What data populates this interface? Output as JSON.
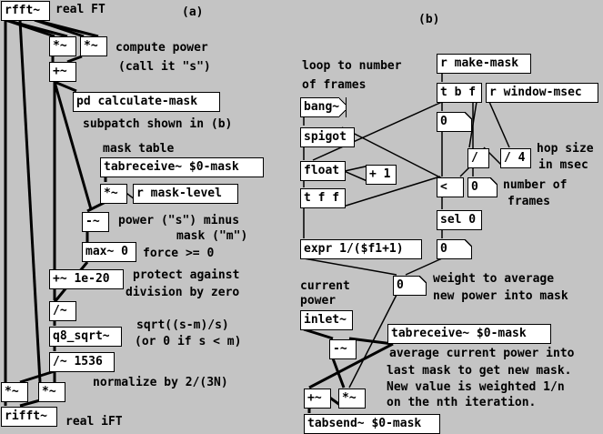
{
  "panel_a": {
    "label": "(a)",
    "objects": {
      "rfft": "rfft~",
      "mul1": "*~",
      "mul2": "*~",
      "add1": "+~",
      "calc_mask": "pd calculate-mask",
      "tabreceive_mask": "tabreceive~ $0-mask",
      "mul_mask": "*~",
      "r_mask_level": "r mask-level",
      "sub": "-~",
      "max": "max~ 0",
      "add_eps": "+~ 1e-20",
      "div1": "/~",
      "sqrt": "q8_sqrt~",
      "div_norm": "/~ 1536",
      "mul3": "*~",
      "mul4": "*~",
      "rifft": "rifft~"
    },
    "comments": {
      "real_ft": "real FT",
      "compute_power_1": "compute power",
      "compute_power_2": "(call it \"s\")",
      "subpatch": "subpatch shown in (b)",
      "mask_table": "mask table",
      "power_minus_1": "power (\"s\") minus",
      "power_minus_2": "mask (\"m\")",
      "force": "force >= 0",
      "protect_1": "protect against",
      "protect_2": "division by zero",
      "sqrt_1": "sqrt((s-m)/s)",
      "sqrt_2": "(or 0 if s < m)",
      "normalize": "normalize by 2/(3N)",
      "real_ift": "real iFT"
    }
  },
  "panel_b": {
    "label": "(b)",
    "objects": {
      "bang": "bang~",
      "spigot": "spigot",
      "float": "float",
      "plus1": "+ 1",
      "tff": "t f f",
      "expr": "expr 1/($f1+1)",
      "r_make_mask": "r make-mask",
      "tbf": "t b f",
      "r_window_msec": "r window-msec",
      "num_top": "0",
      "div_a": "/",
      "div_4": "/ 4",
      "lt": "<",
      "num_frames": "0",
      "sel0": "sel 0",
      "num_sel": "0",
      "num_weight": "0",
      "inlet": "inlet~",
      "sub": "-~",
      "tabreceive": "tabreceive~ $0-mask",
      "add": "+~",
      "mul": "*~",
      "tabsend": "tabsend~ $0-mask"
    },
    "comments": {
      "loop_1": "loop to number",
      "loop_2": "of frames",
      "hop_1": "hop size",
      "hop_2": "in msec",
      "nframes_1": "number of",
      "nframes_2": "frames",
      "weight_1": "weight to average",
      "weight_2": "new power into mask",
      "current_1": "current",
      "current_2": "power",
      "avg_1": "average current power into",
      "avg_2": "last mask to get new mask.",
      "avg_3": "New value is weighted 1/n",
      "avg_4": "on the nth iteration."
    }
  }
}
